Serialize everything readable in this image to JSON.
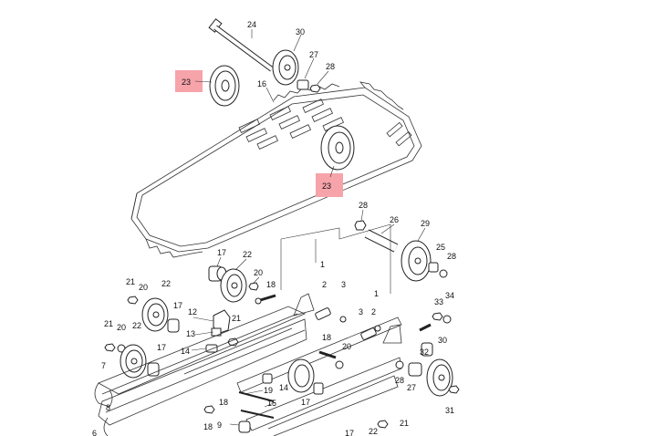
{
  "labels": {
    "l24": "24",
    "l30a": "30",
    "l27a": "27",
    "l28a": "28",
    "l23a": "23",
    "l16": "16",
    "l23b": "23",
    "l28b": "28",
    "l26": "26",
    "l29": "29",
    "l25": "25",
    "l28c": "28",
    "l17a": "17",
    "l22a": "22",
    "l20a": "20",
    "l18a": "18",
    "l1a": "1",
    "l2a": "2",
    "l3a": "3",
    "l21a": "21",
    "l20b": "20",
    "l22b": "22",
    "l17b": "17",
    "l12": "12",
    "l21b": "21",
    "l1b": "1",
    "l3b": "3",
    "l2b": "2",
    "l33": "33",
    "l34": "34",
    "l21c": "21",
    "l20c": "20",
    "l22c": "22",
    "l13": "13",
    "l14a": "14",
    "l17c": "17",
    "l18b": "18",
    "l20d": "20",
    "l32": "32",
    "l30b": "30",
    "l7": "7",
    "l19": "19",
    "l14b": "14",
    "l15": "15",
    "l17d": "17",
    "l28d": "28",
    "l27b": "27",
    "l31": "31",
    "l18c": "18",
    "l18d": "18",
    "l9": "9",
    "l8": "8",
    "l22d": "22",
    "l21d": "21",
    "l17e": "17",
    "l6": "6"
  },
  "colors": {
    "highlight": "#f6a3aa",
    "line": "#222222"
  },
  "highlighted_parts": [
    "23",
    "23"
  ]
}
